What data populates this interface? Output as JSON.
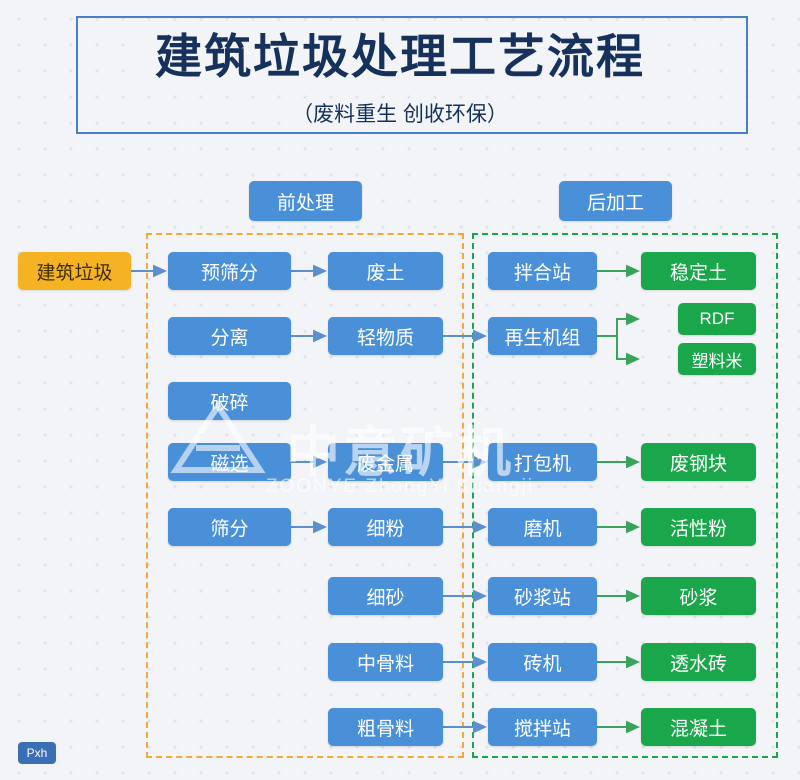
{
  "header": {
    "title": "建筑垃圾处理工艺流程",
    "subtitle": "（废料重生  创收环保）"
  },
  "groups": {
    "pre_label": "前处理",
    "post_label": "后加工"
  },
  "watermark": {
    "main": "中意矿机",
    "sub": "ZOONYE  ZhongYi Kuangji",
    "badge": "Pxh"
  },
  "nodes": {
    "input": "建筑垃圾",
    "pre_col1": [
      "预筛分",
      "分离",
      "破碎",
      "磁选",
      "筛分"
    ],
    "pre_col2": [
      "废土",
      "轻物质",
      "废金属",
      "细粉",
      "细砂",
      "中骨料",
      "粗骨料"
    ],
    "post_col1": [
      "拌合站",
      "再生机组",
      "打包机",
      "磨机",
      "砂浆站",
      "砖机",
      "搅拌站"
    ],
    "post_col2": [
      "稳定土",
      "RDF",
      "塑料米",
      "废钢块",
      "活性粉",
      "砂浆",
      "透水砖",
      "混凝土"
    ]
  },
  "colors": {
    "blue": "#4a90d9",
    "green": "#1aa64b",
    "orange": "#f5b324",
    "pre_border": "#f0a93c",
    "post_border": "#1aa64b",
    "title": "#16325c"
  }
}
